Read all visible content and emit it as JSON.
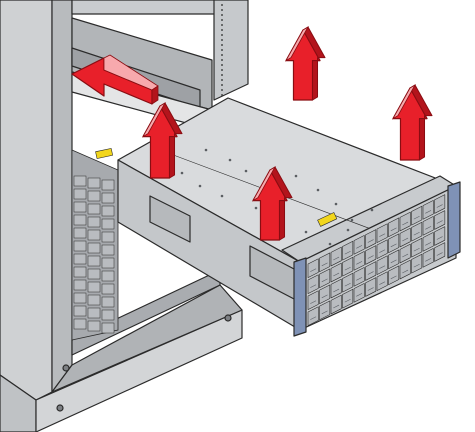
{
  "figure": {
    "kind": "hardware-installation-illustration",
    "objects": {
      "rack": "equipment-rack",
      "chassis": "storage-enclosure",
      "drive_grid": {
        "rows": 4,
        "columns": 12
      }
    },
    "arrows": [
      {
        "id": "lift-arrow-front-left",
        "direction": "up"
      },
      {
        "id": "lift-arrow-front-right",
        "direction": "up"
      },
      {
        "id": "lift-arrow-rear-left",
        "direction": "up"
      },
      {
        "id": "lift-arrow-rear-right",
        "direction": "up"
      },
      {
        "id": "slide-arrow",
        "direction": "left-into-rack"
      }
    ],
    "colors": {
      "arrow_fill": "#e8202a",
      "arrow_edge": "#8a0d12",
      "arrow_face": "#f7a9ad",
      "rack_gray": "#cfd1d3",
      "chassis_top": "#d9dbdd",
      "chassis_side": "#c4c7ca",
      "drive_face": "#b9bcc0",
      "bezel_blue": "#7f92b6",
      "outline": "#2b2b2b"
    }
  }
}
